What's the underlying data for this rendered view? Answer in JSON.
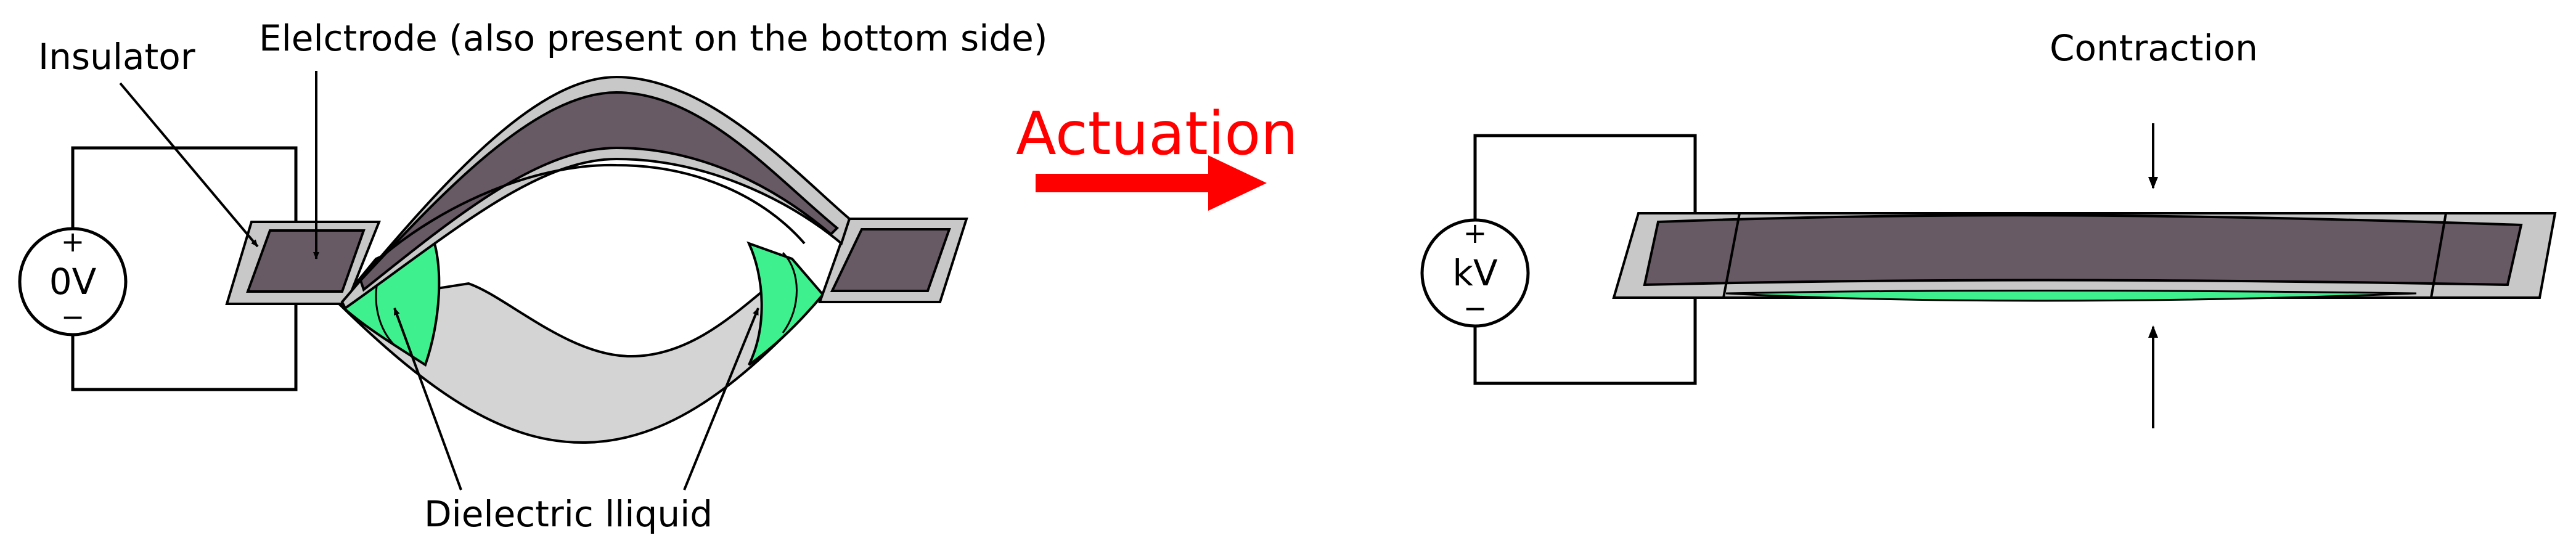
{
  "labels": {
    "insulator": "Insulator",
    "electrode": "Elelctrode (also present on the bottom side)",
    "dielectric": "Dielectric lliquid",
    "actuation": "Actuation",
    "contraction": "Contraction"
  },
  "sources": {
    "left": {
      "plus": "+",
      "value": "0V",
      "minus": "−"
    },
    "right": {
      "plus": "+",
      "value": "kV",
      "minus": "−"
    }
  },
  "colors": {
    "electrode": "#675a64",
    "insulator": "#c8c8c8",
    "pouch": "#d4d4d4",
    "liquid": "#3ef08e",
    "actuation_arrow": "#ff0000",
    "outline": "#000000"
  }
}
